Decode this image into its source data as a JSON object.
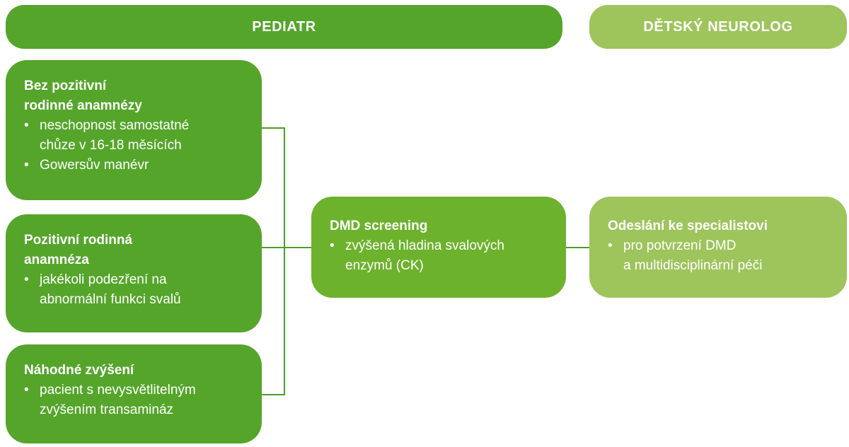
{
  "colors": {
    "dark_green": "#55a52b",
    "mid_green": "#6db22d",
    "light_green": "#9ec45c",
    "line_green": "#4c9e28",
    "text_white": "#ffffff",
    "bg": "#ffffff"
  },
  "bullet_glyph": "•",
  "headers": {
    "pediatr": {
      "label": "PEDIATR"
    },
    "neurolog": {
      "label": "DĚTSKÝ NEUROLOG"
    }
  },
  "boxes": {
    "no_family_history": {
      "title_lines": [
        "Bez pozitivní",
        "rodinné anamnézy"
      ],
      "bullets": [
        [
          "neschopnost samostatné",
          "chůze v 16-18 měsících"
        ],
        [
          "Gowersův manévr"
        ]
      ]
    },
    "positive_family_history": {
      "title_lines": [
        "Pozitivní rodinná",
        "anamnéza"
      ],
      "bullets": [
        [
          "jakékoli podezření na",
          "abnormální funkci svalů"
        ]
      ]
    },
    "incidental_elevation": {
      "title_lines": [
        "Náhodné zvýšení"
      ],
      "bullets": [
        [
          "pacient s nevysvětlitelným",
          "zvýšením transamináz"
        ]
      ]
    },
    "dmd_screening": {
      "title_lines": [
        "DMD screening"
      ],
      "bullets": [
        [
          "zvýšená hladina svalových",
          "enzymů (CK)"
        ]
      ]
    },
    "referral": {
      "title_lines": [
        "Odeslání ke specialistovi"
      ],
      "bullets": [
        [
          "pro potvrzení DMD",
          "a multidisciplinární péči"
        ]
      ]
    }
  }
}
